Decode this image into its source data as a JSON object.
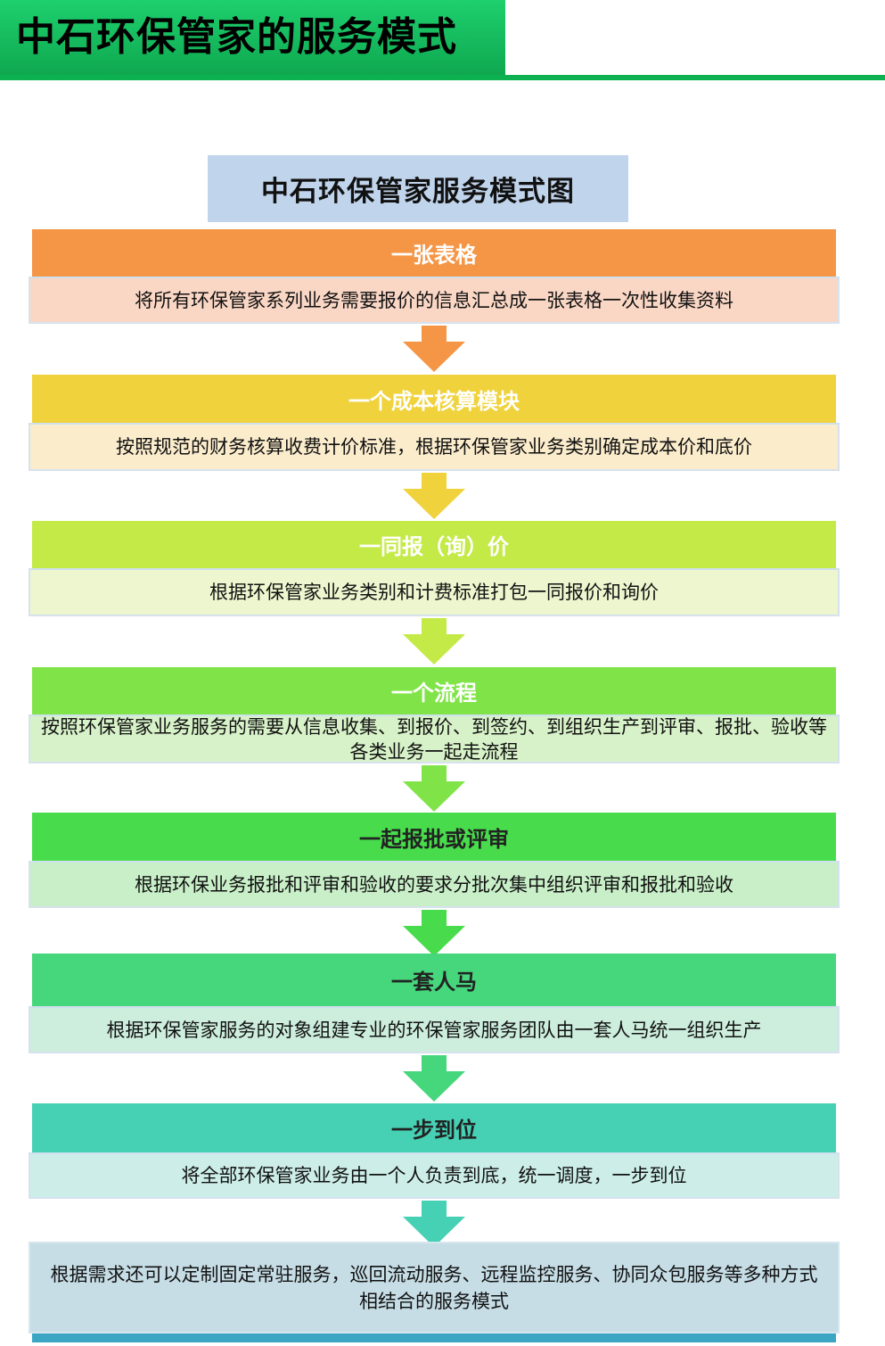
{
  "header": {
    "title": "中石环保管家的服务模式",
    "bar_color": "#12b85a"
  },
  "diagram": {
    "title": "中石环保管家服务模式图",
    "steps": [
      {
        "heading": "一张表格",
        "description": "将所有环保管家系列业务需要报价的信息汇总成一张表格一次性收集资料",
        "header_color": "#f59646",
        "desc_color": "#fad7c5",
        "heading_text_color": "#ffffff"
      },
      {
        "heading": "一个成本核算模块",
        "description": "按照规范的财务核算收费计价标准，根据环保管家业务类别确定成本价和底价",
        "header_color": "#f0d23c",
        "desc_color": "#fbeccc",
        "heading_text_color": "#ffffff"
      },
      {
        "heading": "一同报（询）价",
        "description": "根据环保管家业务类别和计费标准打包一同报价和询价",
        "header_color": "#c4ea48",
        "desc_color": "#eef6cf",
        "heading_text_color": "#ffffff"
      },
      {
        "heading": "一个流程",
        "description": "按照环保管家业务服务的需要从信息收集、到报价、到签约、到组织生产到评审、报批、验收等各类业务一起走流程",
        "header_color": "#80e448",
        "desc_color": "#d7f2c8",
        "heading_text_color": "#ffffff"
      },
      {
        "heading": "一起报批或评审",
        "description": "根据环保业务报批和评审和验收的要求分批次集中组织评审和报批和验收",
        "header_color": "#48dc4c",
        "desc_color": "#c8efc8",
        "heading_text_color": "#222222"
      },
      {
        "heading": "一套人马",
        "description": "根据环保管家服务的对象组建专业的环保管家服务团队由一套人马统一组织生产",
        "header_color": "#46d67c",
        "desc_color": "#cdeedd",
        "heading_text_color": "#222222"
      },
      {
        "heading": "一步到位",
        "description": "将全部环保管家业务由一个人负责到底，统一调度，一步到位",
        "header_color": "#46d0b4",
        "desc_color": "#cdeee8",
        "heading_text_color": "#222222"
      }
    ],
    "final": {
      "description": "根据需求还可以定制固定常驻服务，巡回流动服务、远程监控服务、协同众包服务等多种方式相结合的服务模式",
      "box_color": "#c6dde6",
      "strip_color": "#3aa6c4"
    },
    "arrow_colors": [
      "#f59646",
      "#f0d23c",
      "#c4ea48",
      "#80e448",
      "#48dc4c",
      "#46d67c",
      "#46d0b4"
    ]
  }
}
